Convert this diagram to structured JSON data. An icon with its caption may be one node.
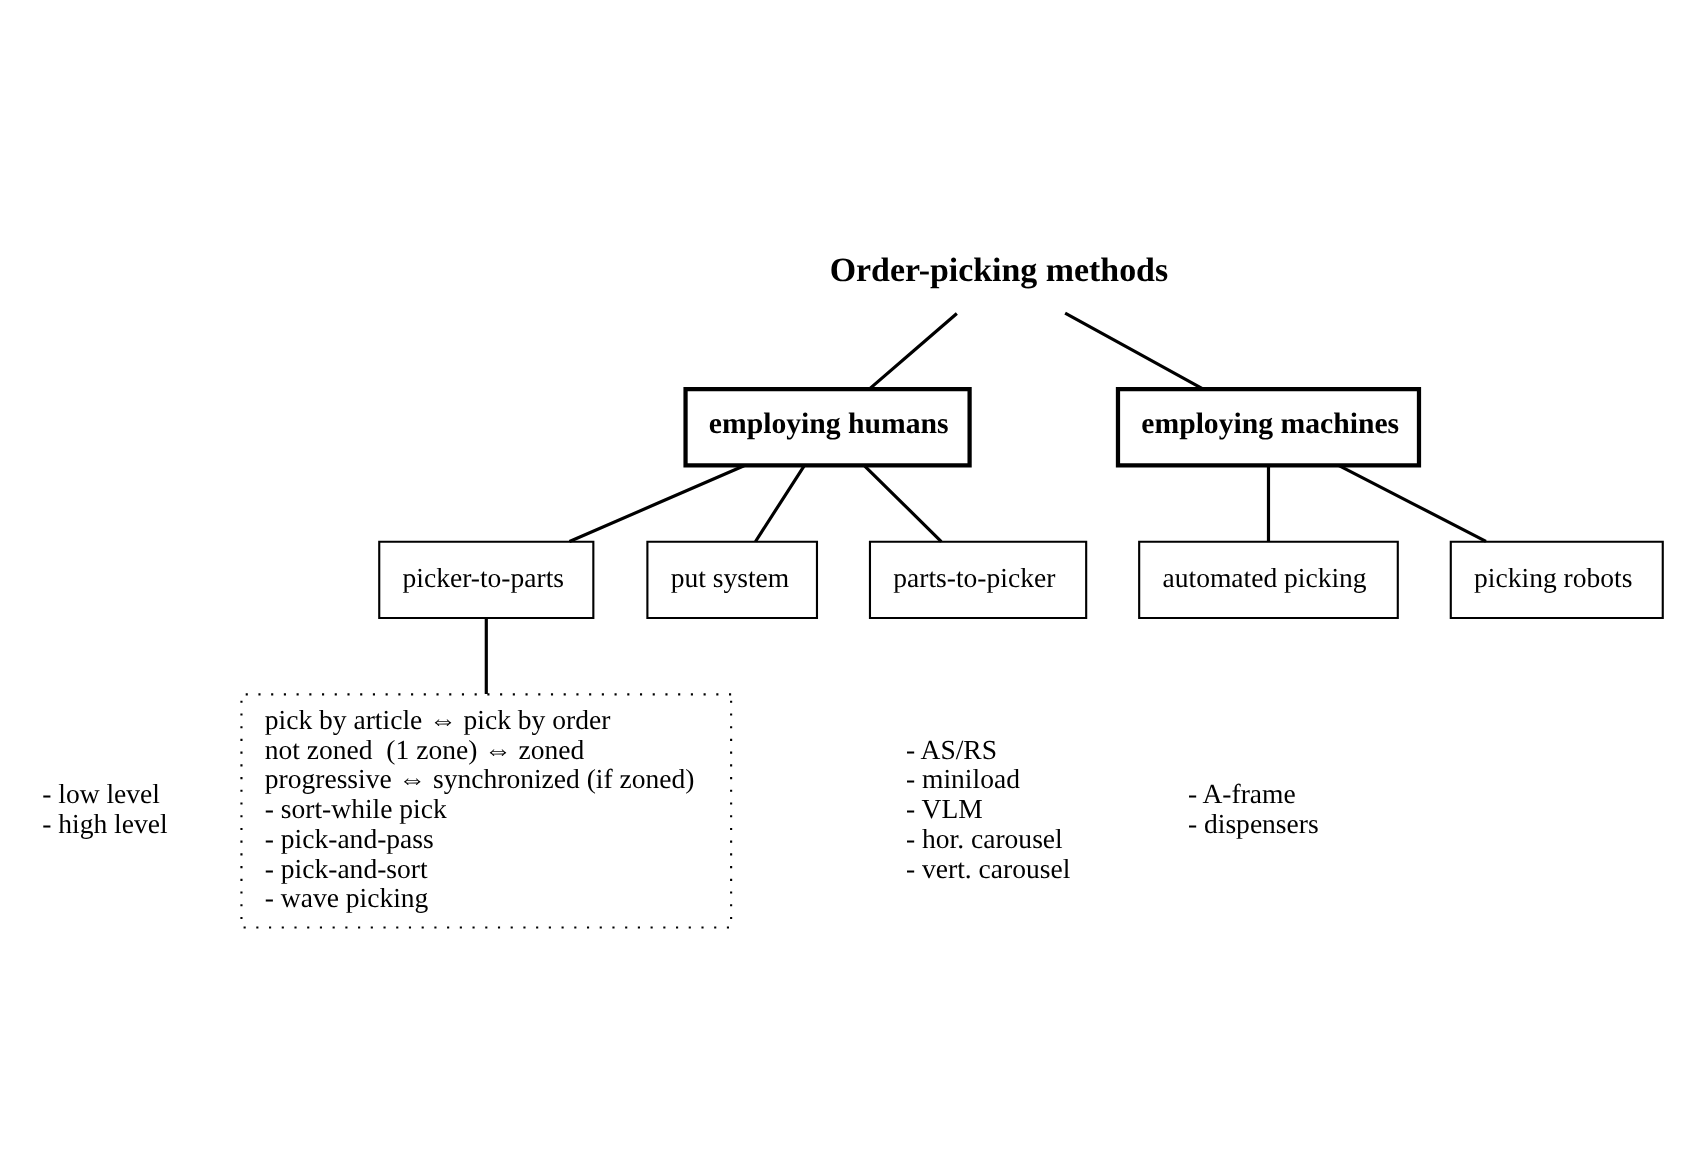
{
  "diagram": {
    "nodes": [
      {
        "text": [
          "Order-picking methods"
        ]
      },
      {
        "text": [
          "employing humans"
        ]
      },
      {
        "text": [
          "employing machines"
        ]
      },
      {
        "text": [
          "picker-to-parts"
        ],
        "beside": [
          "- low level",
          "- high level"
        ]
      },
      {
        "text": [
          "put system"
        ]
      },
      {
        "text": [
          "parts-to-picker"
        ],
        "beside": [
          "- AS/RS",
          "- miniload",
          "- VLM",
          "- hor. carousel",
          "- vert. carousel"
        ]
      },
      {
        "text": [
          "automated picking"
        ],
        "beside": [
          "- A-frame",
          "- dispensers"
        ]
      },
      {
        "text": [
          "picking robots"
        ]
      },
      {
        "text": [
          "pick by article ⇔ pick by order",
          "not zoned  (1 zone) ⇔ zoned",
          "progressive ⇔ synchronized (if zoned)",
          "- sort-while pick",
          "- pick-and-pass",
          "- pick-and-sort",
          "- wave picking"
        ]
      }
    ],
    "edges": [
      {
        "from": 0,
        "to": 1,
        "arrow": "none"
      },
      {
        "from": 0,
        "to": 2,
        "arrow": "none"
      },
      {
        "from": 1,
        "to": 3,
        "arrow": "none"
      },
      {
        "from": 1,
        "to": 4,
        "arrow": "none"
      },
      {
        "from": 1,
        "to": 5,
        "arrow": "none"
      },
      {
        "from": 2,
        "to": 6,
        "arrow": "none"
      },
      {
        "from": 2,
        "to": 7,
        "arrow": "none"
      },
      {
        "from": 3,
        "to": 8,
        "arrow": "none"
      }
    ]
  }
}
